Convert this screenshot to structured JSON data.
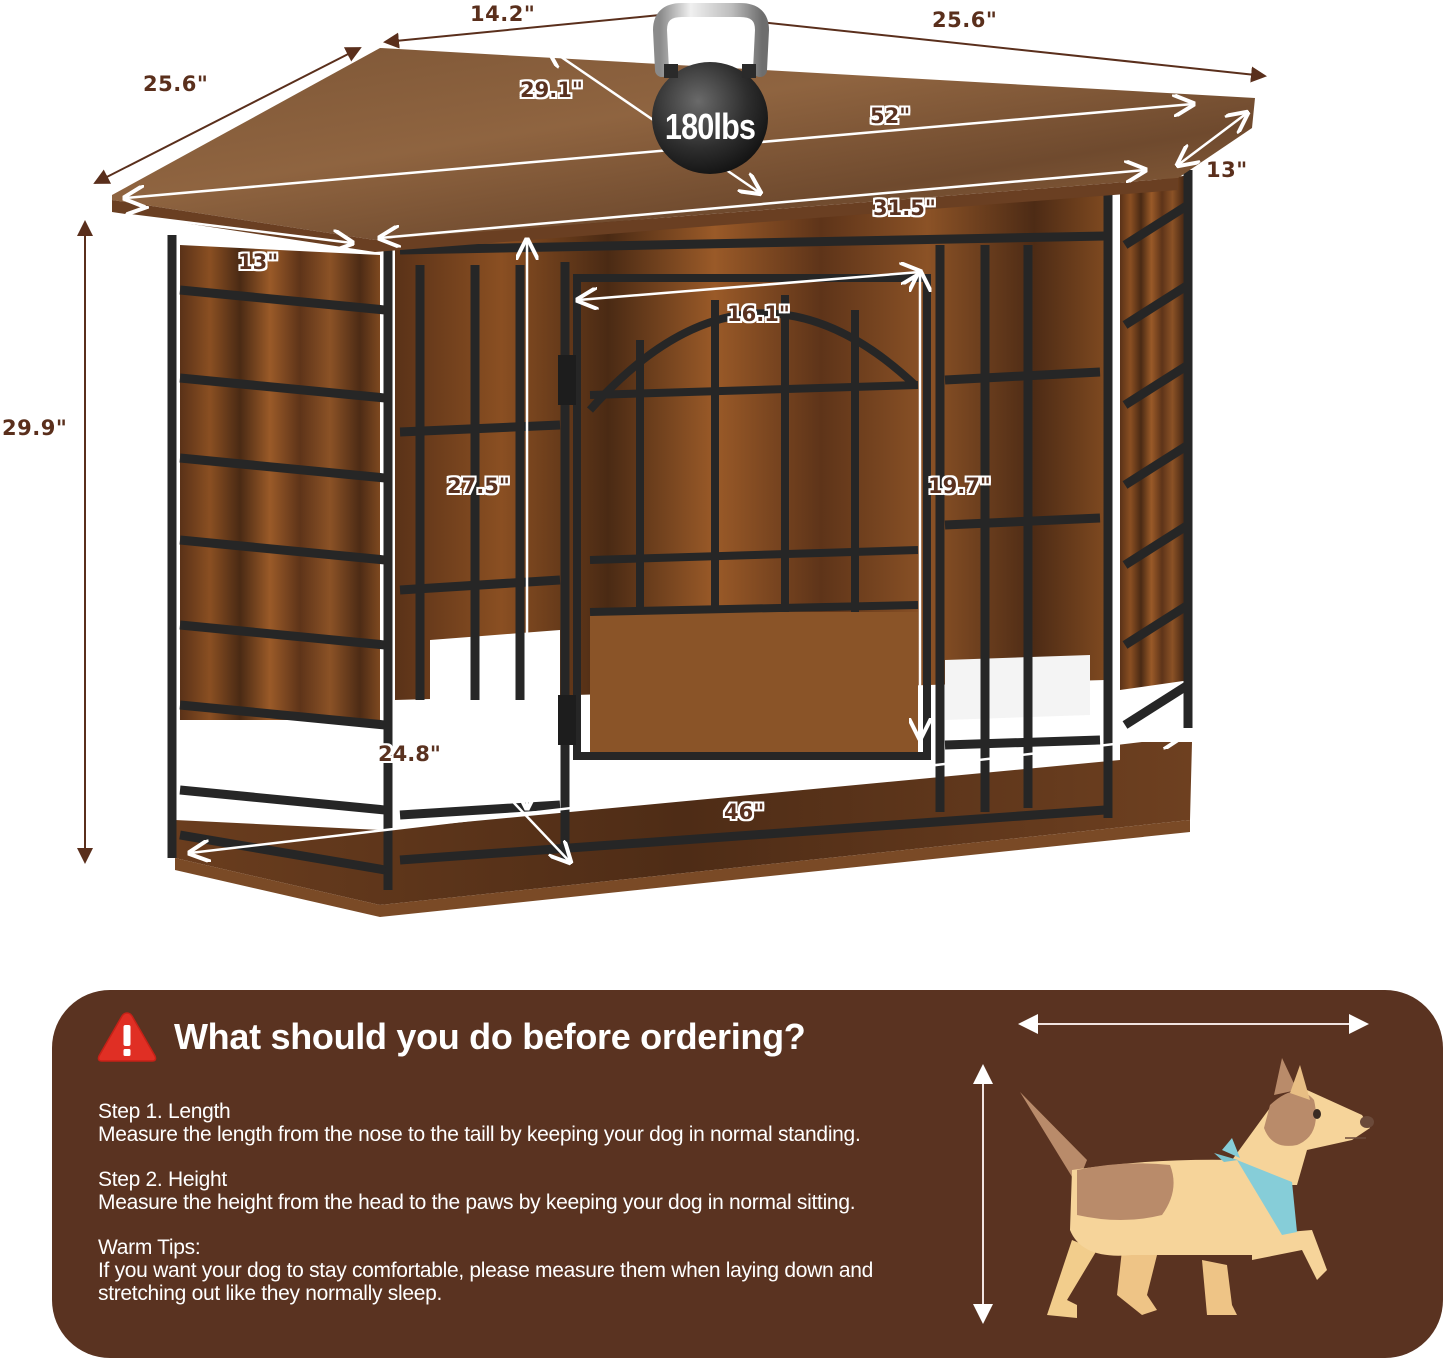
{
  "product_diagram": {
    "subject": "corner dog crate furniture",
    "dimensions": {
      "top_back_left": "14.2\"",
      "top_back_right": "25.6\"",
      "top_left_side": "25.6\"",
      "top_depth_diagonal": "29.1\"",
      "top_length": "52\"",
      "top_right_side": "13\"",
      "top_front_length": "31.5\"",
      "top_left_front": "13\"",
      "overall_height": "29.9\"",
      "interior_height": "27.5\"",
      "door_width": "16.1\"",
      "door_height": "19.7\"",
      "floor_diagonal": "24.8\"",
      "floor_length": "46\""
    },
    "weight_capacity": {
      "label": "180lbs",
      "icon": "kettlebell-icon"
    },
    "colors": {
      "wood": "#7a4a26",
      "wood_top": "#8a5e3a",
      "frame": "#2b2b2b",
      "dimension_text": "#5a2f1c"
    }
  },
  "info_panel": {
    "background": "#5a3321",
    "warning_icon": "warning-triangle-icon",
    "title": "What should you do before ordering?",
    "steps": [
      {
        "title": "Step 1. Length",
        "body": "Measure the length from the nose to the taill by keeping your dog in normal standing."
      },
      {
        "title": "Step 2. Height",
        "body": "Measure the height from the head to the paws by keeping your dog in normal sitting."
      },
      {
        "title": "Warm Tips:",
        "body": "If you want your dog to stay comfortable, please measure them when laying down and stretching out like they normally sleep."
      }
    ],
    "illustration": {
      "icon": "dog-illustration-icon",
      "bandana_color": "#86cdd8",
      "body_color": "#f6d49a",
      "patch_color": "#b98b6a"
    }
  }
}
